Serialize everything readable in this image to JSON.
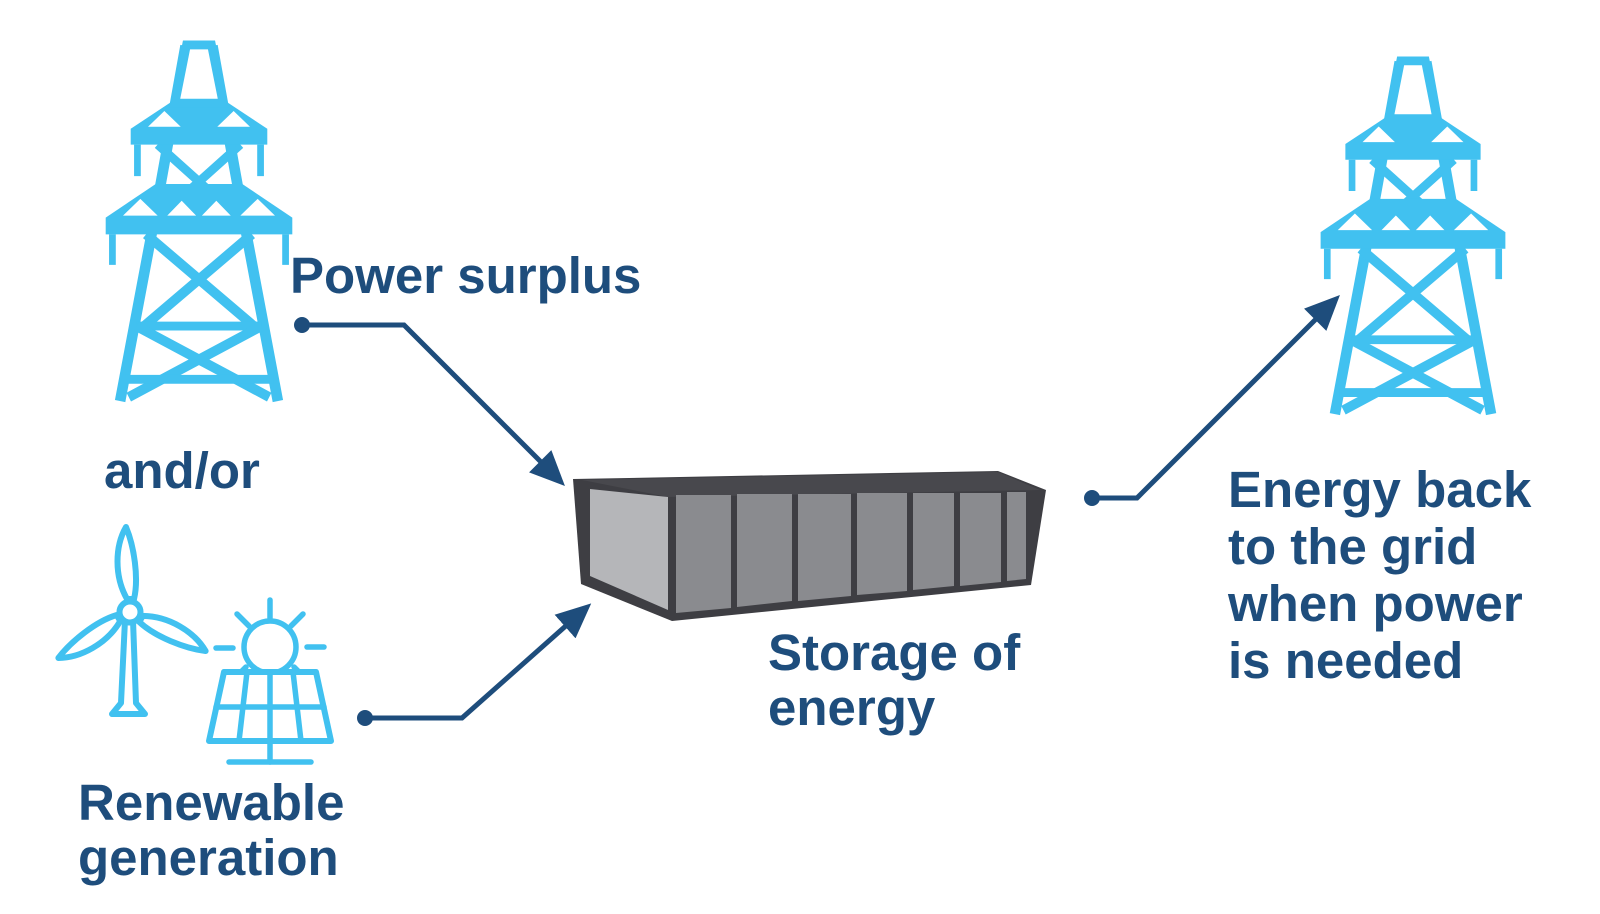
{
  "diagram": {
    "colors": {
      "background": "#FFFFFF",
      "icon_blue": "#41C1F0",
      "navy": "#1E4D7C",
      "container_frame": "#3E3E43",
      "container_top": "#48484D",
      "container_panel": "#8A8B8F",
      "container_end": "#B5B6B9"
    },
    "labels": {
      "power_surplus": "Power surplus",
      "and_or": "and/or",
      "renewable_generation": [
        "Renewable",
        "generation"
      ],
      "storage_of_energy": [
        "Storage of",
        "energy"
      ],
      "energy_back": [
        "Energy back",
        "to the grid",
        "when power",
        "is needed"
      ]
    },
    "icons": [
      "transmission-tower-icon",
      "wind-turbine-icon",
      "solar-panel-icon",
      "storage-container-icon",
      "transmission-tower-icon"
    ],
    "connectors": [
      "power-surplus-to-storage",
      "renewables-to-storage",
      "storage-to-grid"
    ]
  }
}
